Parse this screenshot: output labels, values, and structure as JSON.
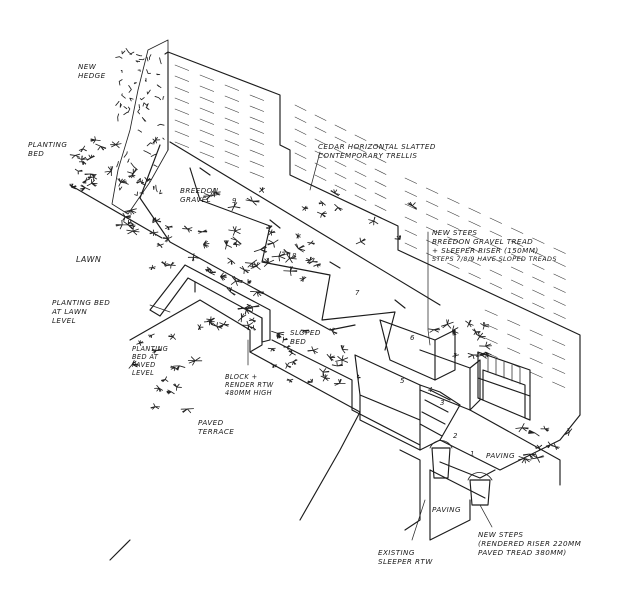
{
  "labels": {
    "new_hedge": [
      "NEW",
      "HEDGE"
    ],
    "planting_bed_top": [
      "PLANTING",
      "BED"
    ],
    "cedar_trellis": [
      "CEDAR HORIZONTAL SLATTED",
      "CONTEMPORARY TRELLIS"
    ],
    "breedon_gravel": [
      "BREEDON",
      "GRAVEL"
    ],
    "lawn": "LAWN",
    "new_steps_top": [
      "NEW STEPS",
      "BREEDON GRAVEL TREAD",
      "+ SLEEPER RISER (150mm)",
      "STEPS 7/8/9 HAVE SLOPED TREADS"
    ],
    "planting_bed_lawn": [
      "PLANTING BED",
      "AT LAWN",
      "LEVEL"
    ],
    "sloped_bed": [
      "SLOPED",
      "BED"
    ],
    "planting_bed_paved": [
      "PLANTING",
      "BED AT",
      "PAVED",
      "LEVEL"
    ],
    "block_render": [
      "BLOCK +",
      "RENDER RTW",
      "480mm HIGH"
    ],
    "paved_terrace": [
      "PAVED",
      "TERRACE"
    ],
    "paving_right": "PAVING",
    "paving_bottom": "PAVING",
    "existing_sleeper": [
      "EXISTING",
      "SLEEPER RTW"
    ],
    "new_steps_bottom": [
      "NEW STEPS",
      "(RENDERED RISER 220mm",
      "PAVED TREAD 380mm)"
    ]
  },
  "step_numbers": [
    "1",
    "2",
    "3",
    "4",
    "5",
    "6",
    "7",
    "8",
    "9"
  ]
}
